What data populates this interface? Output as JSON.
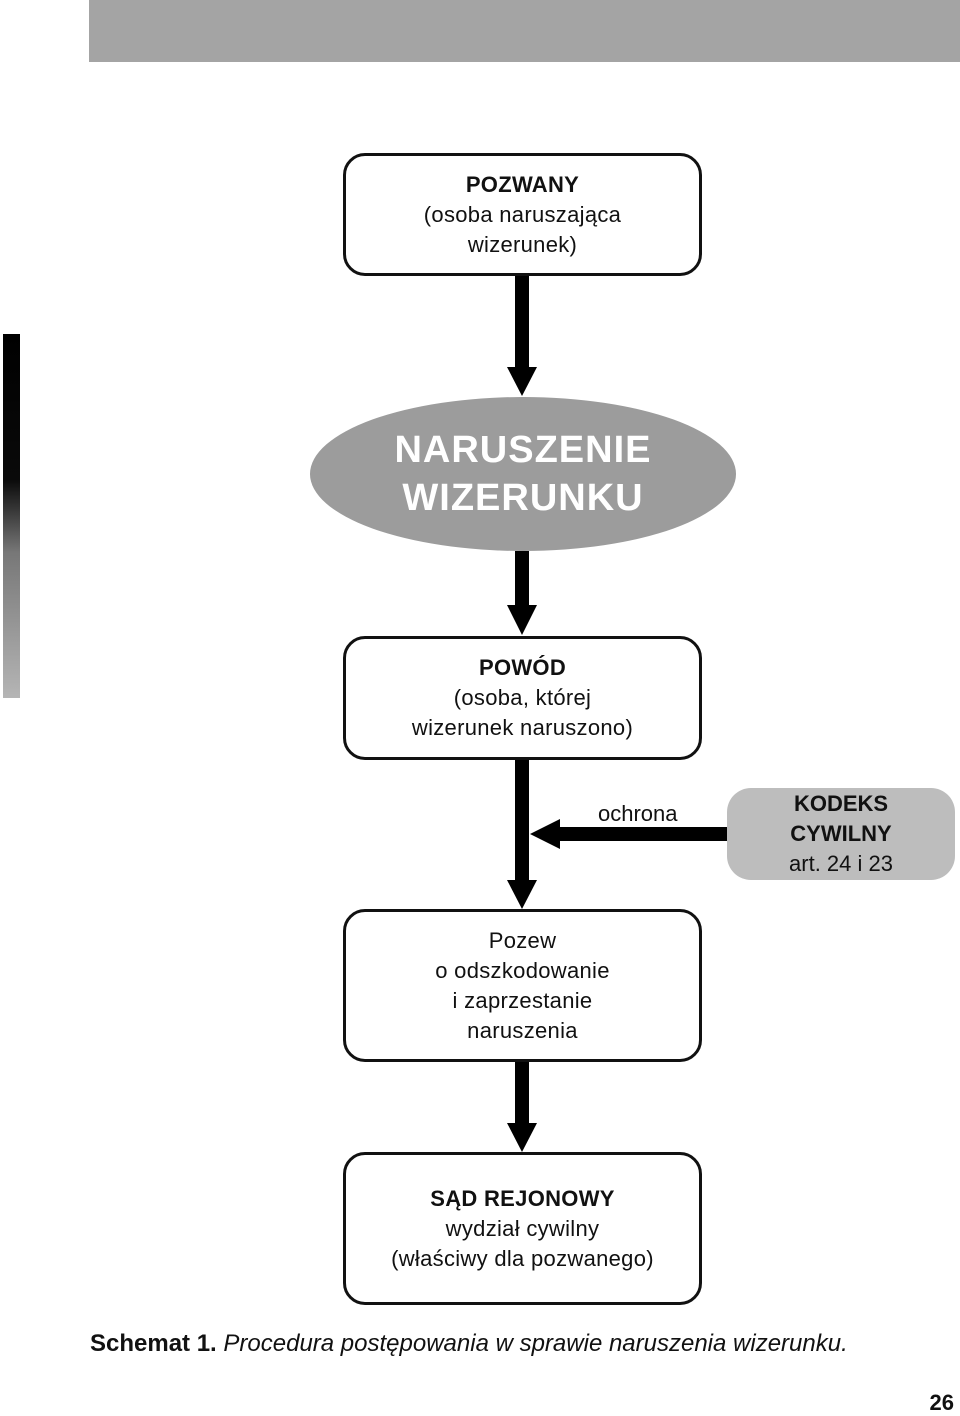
{
  "boxes": {
    "pozwany": {
      "title": "POZWANY",
      "line1": "(osoba naruszająca",
      "line2": "wizerunek)"
    },
    "naruszenie": {
      "line1": "NARUSZENIE",
      "line2": "WIZERUNKU"
    },
    "powod": {
      "title": "POWÓD",
      "line1": "(osoba, której",
      "line2": "wizerunek naruszono)"
    },
    "pozew": {
      "line1": "Pozew",
      "line2": "o odszkodowanie",
      "line3": "i zaprzestanie",
      "line4": "naruszenia"
    },
    "sad": {
      "title": "SĄD REJONOWY",
      "line1": "wydział cywilny",
      "line2": "(właściwy dla pozwanego)"
    },
    "kodeks": {
      "line1": "KODEKS",
      "line2": "CYWILNY",
      "line3": "art. 24 i 23"
    }
  },
  "edge_label": "ochrona",
  "caption": {
    "label": "Schemat 1.",
    "text": "Procedura postępowania w sprawie naruszenia wizerunku."
  },
  "page_number": "26",
  "colors": {
    "top_bar": "#a4a4a4",
    "ellipse": "#9c9c9c",
    "kodeks_box": "#bdbdbd",
    "arrow": "#000000"
  }
}
